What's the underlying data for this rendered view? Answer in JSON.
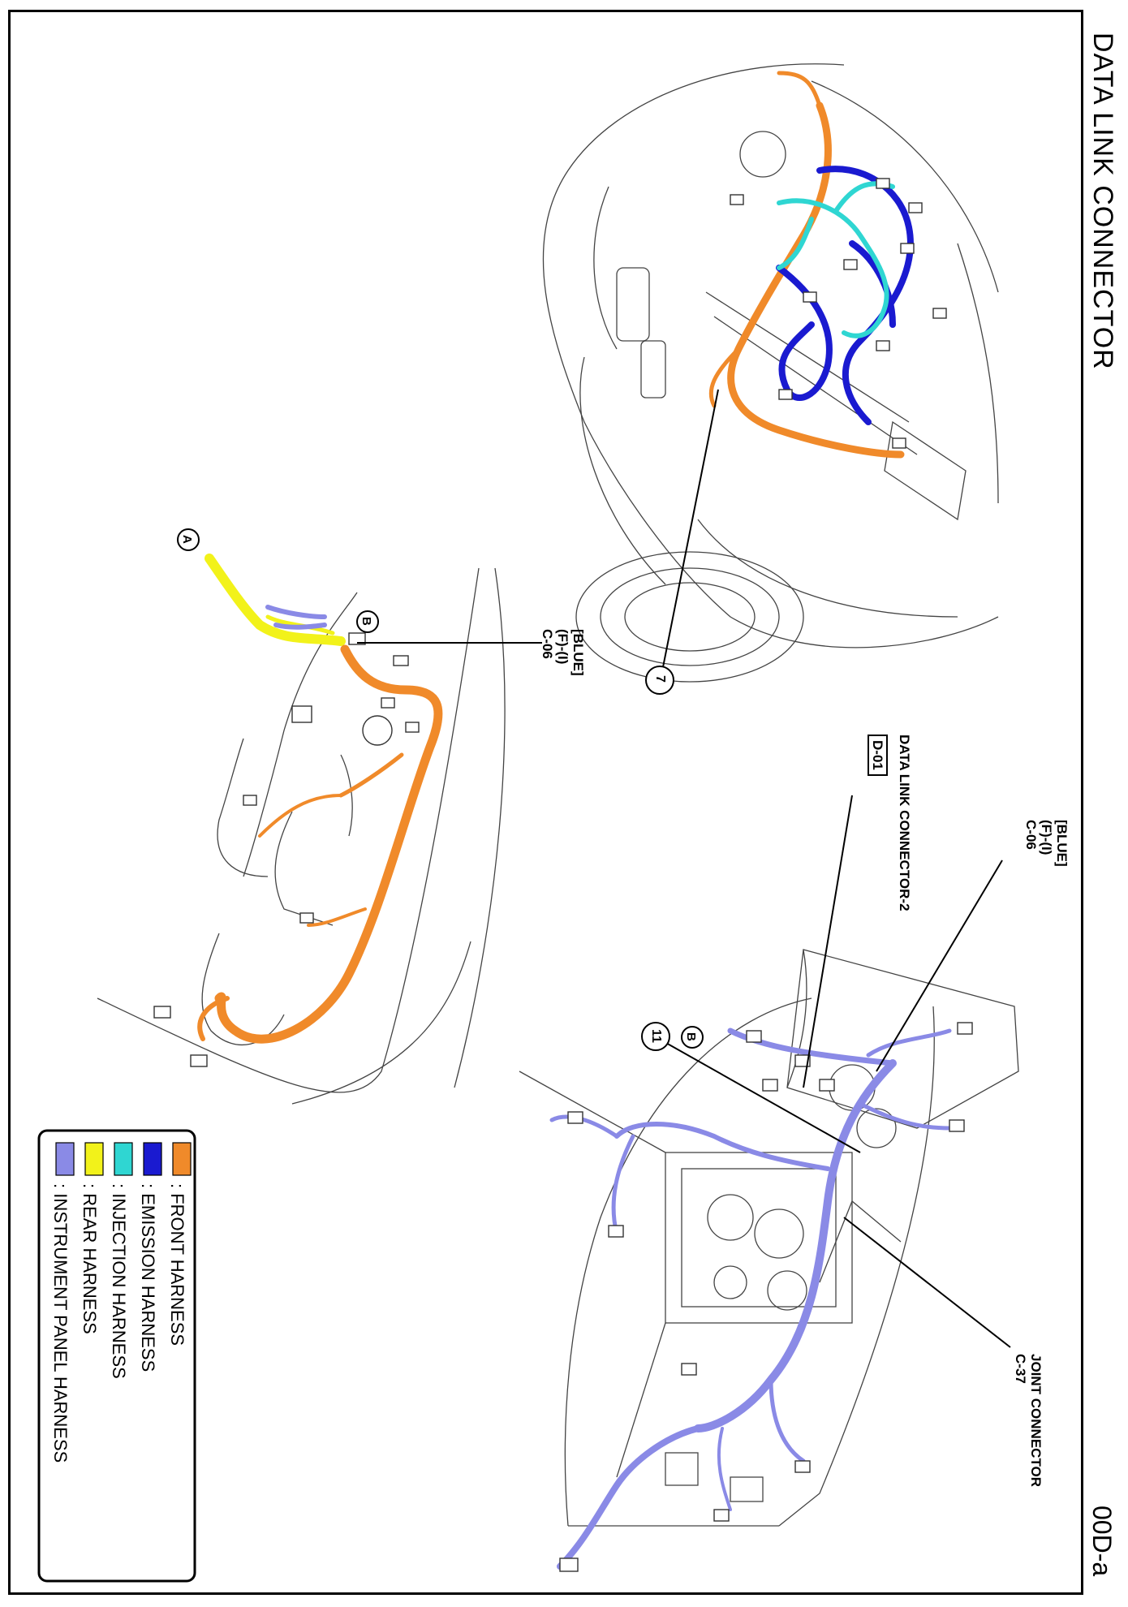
{
  "title": "DATA LINK CONNECTOR",
  "page_code": "00D-a",
  "callouts": {
    "c06_left": "[BLUE]\n(F)-(I)\nC-06",
    "c06_right": "[BLUE]\n(F)-(I)\nC-06",
    "dlc_name": "DATA LINK CONNECTOR-2",
    "dlc_code": "D-01",
    "joint_connector": "JOINT CONNECTOR\nC-37"
  },
  "markers": {
    "a": "A",
    "b_left": "B",
    "b_right": "B",
    "n7": "7",
    "n11": "11"
  },
  "legend": [
    {
      "label": ": FRONT HARNESS",
      "color": "#f08a2a"
    },
    {
      "label": ": EMISSION HARNESS",
      "color": "#1a1ad0"
    },
    {
      "label": ": INJECTION HARNESS",
      "color": "#2fd6d2"
    },
    {
      "label": ": REAR HARNESS",
      "color": "#f2f21a"
    },
    {
      "label": ": INSTRUMENT PANEL HARNESS",
      "color": "#8a8ae6"
    }
  ]
}
